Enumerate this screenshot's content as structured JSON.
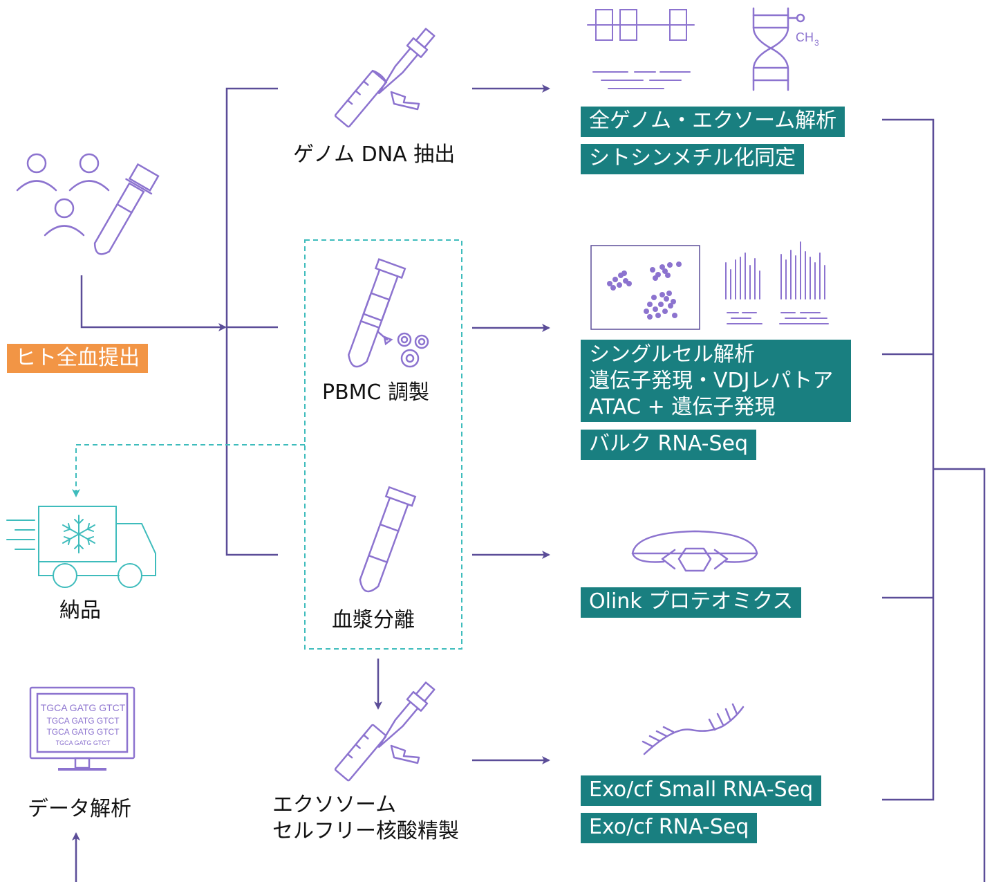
{
  "colors": {
    "line": "#5b4d98",
    "icon": "#8c73cf",
    "teal_badge": "#197f80",
    "orange_badge": "#f29545",
    "cyan": "#3ebcbc"
  },
  "source": {
    "label": "ヒト全血提出",
    "icon": "people-with-blood-tube-icon"
  },
  "steps": {
    "dna": "ゲノム DNA 抽出",
    "pbmc": "PBMC 調製",
    "plasma": "血漿分離",
    "exosome_line1": "エクソソーム",
    "exosome_line2": "セルフリー核酸精製"
  },
  "outputs": {
    "wgs": "全ゲノム・エクソーム解析",
    "methyl": "シトシンメチル化同定",
    "sc_title": "シングルセル解析",
    "sc_line2": "遺伝子発現・VDJレパトア",
    "sc_line3": "ATAC + 遺伝子発現",
    "bulk": "バルク RNA-Seq",
    "olink": "Olink プロテオミクス",
    "exo_small": "Exo/cf Small RNA-Seq",
    "exo_rna": "Exo/cf RNA-Seq"
  },
  "icon_text": {
    "ch3": "CH",
    "ch3_sub": "3",
    "seq1": "TGCA GATG GTCT",
    "seq2": "TGCA GATG GTCT",
    "seq3": "TGCA GATG GTCT",
    "seq4": "TGCA GATG GTCT"
  },
  "delivery": "納品",
  "analysis": "データ解析"
}
